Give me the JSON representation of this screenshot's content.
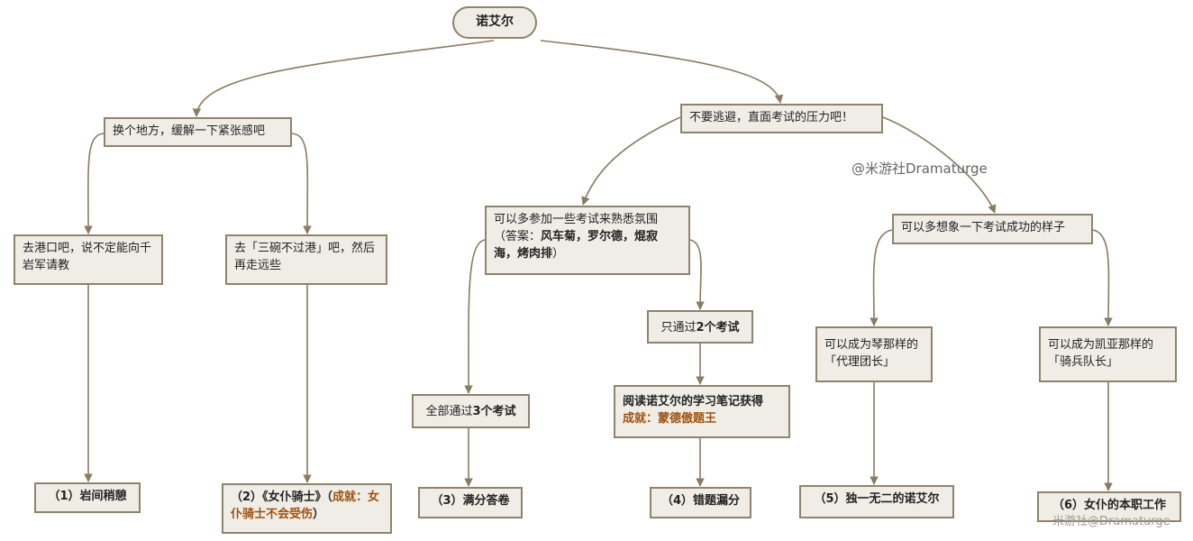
{
  "root": {
    "label": "诺艾尔"
  },
  "left_branch": {
    "label": "换个地方，缓解一下紧张感吧"
  },
  "right_branch": {
    "label": "不要逃避，直面考试的压力吧！"
  },
  "harbor": {
    "label": "去港口吧，说不定能向千岩军请教"
  },
  "wanmin": {
    "label": "去「三碗不过港」吧，然后再走远些"
  },
  "more_exams": {
    "line1": "可以多参加一些考试来熟悉氛围",
    "answer_prefix": "（答案：",
    "answer_text": "风车菊，罗尔德，焜寂海，烤肉排",
    "answer_suffix": "）"
  },
  "imagine": {
    "label": "可以多想象一下考试成功的样子"
  },
  "pass_all": {
    "prefix": "全部通过",
    "bold": "3个考试"
  },
  "pass_two": {
    "prefix": "只通过",
    "bold": "2个考试"
  },
  "read_notes": {
    "line1": "阅读诺艾尔的学习笔记获得",
    "achievement": "成就：蒙德傲题王"
  },
  "jean": {
    "label": "可以成为琴那样的「代理团长」"
  },
  "kaeya": {
    "label": "可以成为凯亚那样的「骑兵队长」"
  },
  "endings": {
    "e1": "（1）岩间稍憩",
    "e2_prefix": "（2）《女仆骑士》（",
    "e2_achievement": "成就：女仆骑士不会受伤",
    "e2_suffix": "）",
    "e3": "（3）满分答卷",
    "e4": "（4）错题漏分",
    "e5": "（5）独一无二的诺艾尔",
    "e6": "（6）女仆的本职工作"
  },
  "watermark": "@米游社Dramaturge",
  "watermark_corner": "米游社@Dramaturge",
  "colors": {
    "node_fill": "#efede6",
    "node_border": "#8f836d",
    "connector": "#8a7b63",
    "achievement": "#a0510f"
  }
}
